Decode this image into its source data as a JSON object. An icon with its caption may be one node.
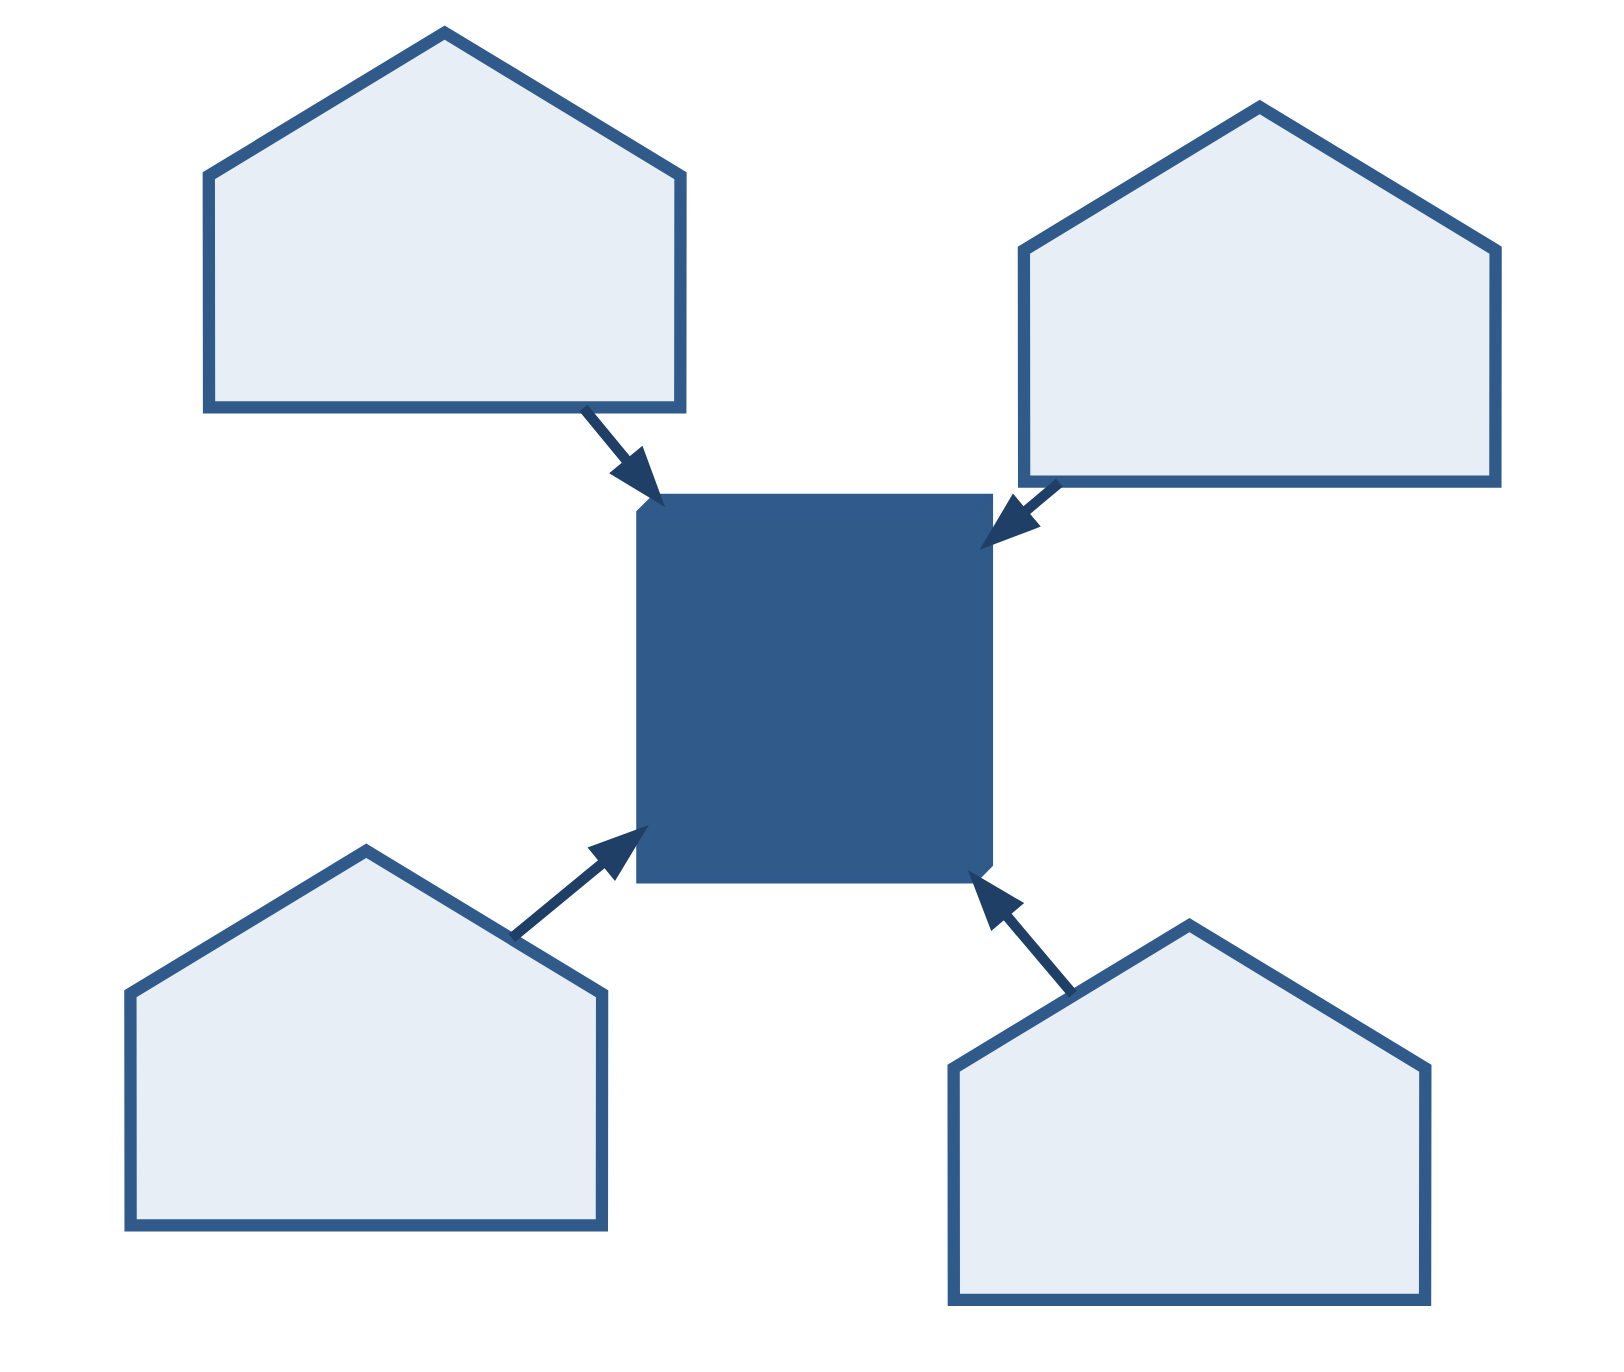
{
  "diagram": {
    "nodes": [
      {
        "text": [],
        "shape": "building"
      },
      {
        "text": [],
        "shape": "building"
      },
      {
        "text": [],
        "shape": "server"
      },
      {
        "text": [],
        "shape": "building"
      },
      {
        "text": [],
        "shape": "building"
      }
    ],
    "edges": [
      {
        "from": 0,
        "to": 2,
        "arrow": "to"
      },
      {
        "from": 1,
        "to": 2,
        "arrow": "to"
      },
      {
        "from": 3,
        "to": 2,
        "arrow": "to"
      },
      {
        "from": 4,
        "to": 2,
        "arrow": "to"
      }
    ]
  }
}
